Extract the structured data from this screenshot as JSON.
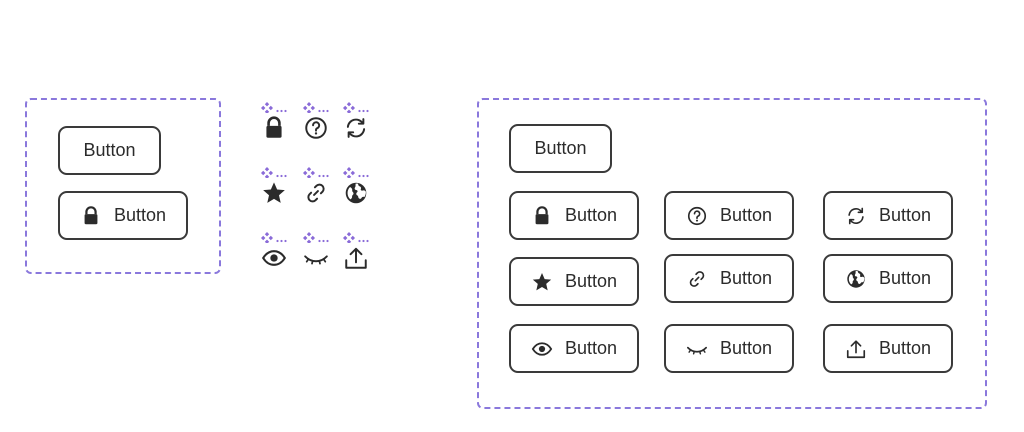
{
  "colors": {
    "accent": "#8a78dc",
    "border": "#3a3a3a",
    "text": "#2b2b2b",
    "component_marker": "#8a6bd8"
  },
  "left_frame": {
    "buttons": [
      {
        "label": "Button",
        "icon": null
      },
      {
        "label": "Button",
        "icon": "lock-icon"
      }
    ]
  },
  "icon_set": {
    "marker": "component-instance-icon",
    "icons": [
      "lock-icon",
      "question-circle-icon",
      "refresh-icon",
      "star-icon",
      "link-icon",
      "globe-icon",
      "eye-icon",
      "eye-closed-icon",
      "upload-icon"
    ]
  },
  "right_frame": {
    "top_button": {
      "label": "Button"
    },
    "grid": [
      {
        "label": "Button",
        "icon": "lock-icon"
      },
      {
        "label": "Button",
        "icon": "question-circle-icon"
      },
      {
        "label": "Button",
        "icon": "refresh-icon"
      },
      {
        "label": "Button",
        "icon": "star-icon"
      },
      {
        "label": "Button",
        "icon": "link-icon"
      },
      {
        "label": "Button",
        "icon": "globe-icon"
      },
      {
        "label": "Button",
        "icon": "eye-icon"
      },
      {
        "label": "Button",
        "icon": "eye-closed-icon"
      },
      {
        "label": "Button",
        "icon": "upload-icon"
      }
    ]
  }
}
